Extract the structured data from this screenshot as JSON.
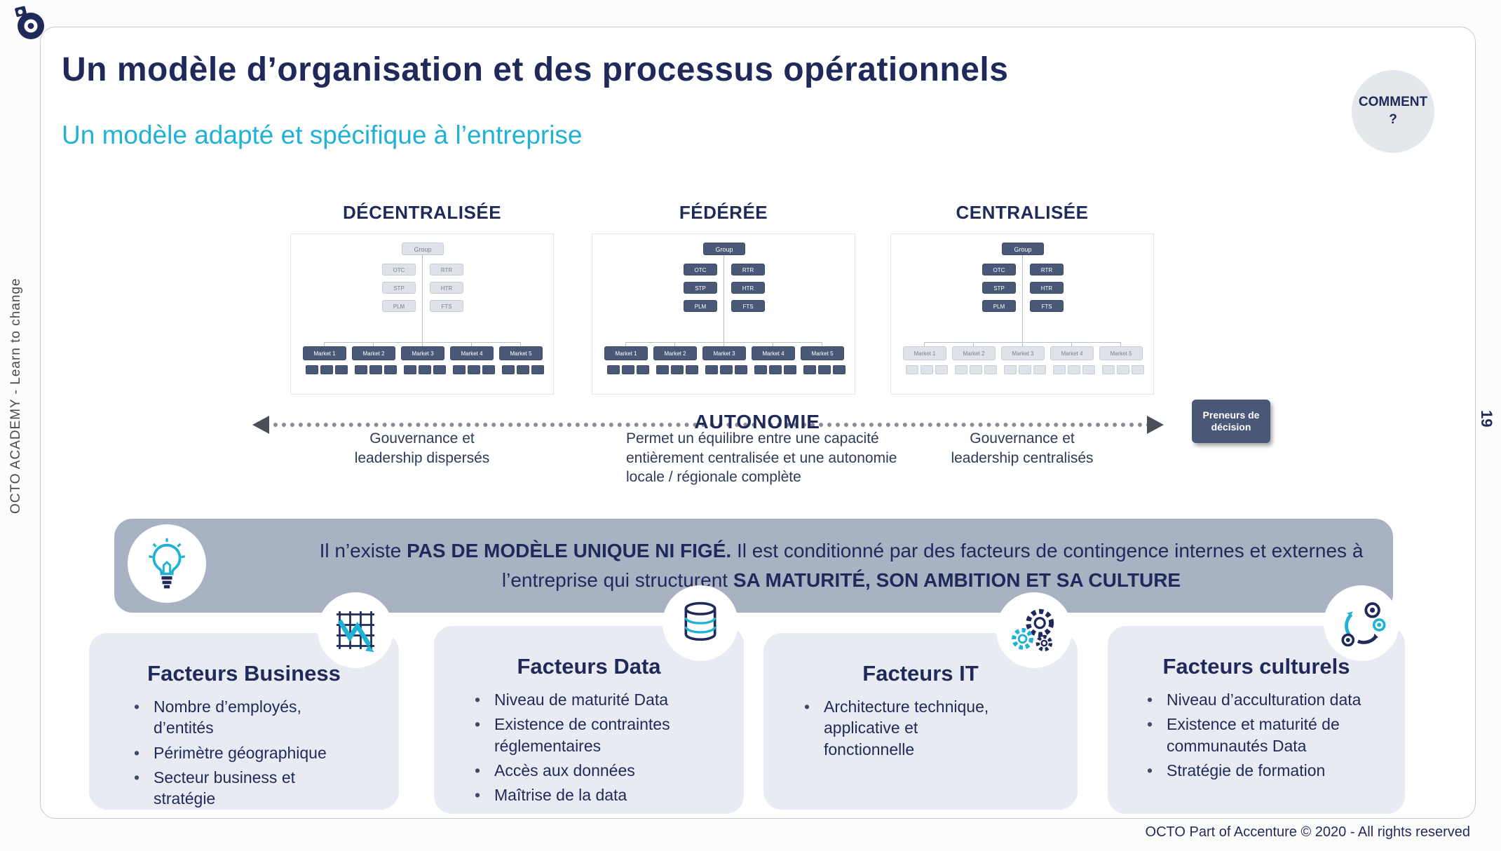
{
  "page": {
    "left_sidebar_text": "OCTO ACADEMY - Learn to change",
    "page_number": "19",
    "footer": "OCTO Part of Accenture © 2020 - All rights reserved"
  },
  "header": {
    "title": "Un modèle d’organisation et des processus opérationnels",
    "subtitle": "Un modèle adapté et spécifique à l’entreprise",
    "comment_badge": "COMMENT ?"
  },
  "org": {
    "group": "Group",
    "functions": [
      "OTC",
      "RTR",
      "STP",
      "HTR",
      "PLM",
      "FTS"
    ],
    "markets": [
      "Market 1",
      "Market 2",
      "Market 3",
      "Market 4",
      "Market 5"
    ],
    "charts": [
      {
        "title": "DÉCENTRALISÉE",
        "style": "decentralized",
        "caption": "Gouvernance et leadership dispersés"
      },
      {
        "title": "FÉDÉRÉE",
        "style": "federated",
        "caption": "Permet un équilibre entre une capacité entièrement centralisée et une autonomie locale / régionale complète"
      },
      {
        "title": "CENTRALISÉE",
        "style": "centralized",
        "caption": "Gouvernance et leadership centralisés"
      }
    ],
    "axis_label": "AUTONOMIE",
    "decision_makers": "Preneurs de décision"
  },
  "banner": {
    "segments": [
      "Il n’existe ",
      "PAS DE MODÈLE UNIQUE NI FIGÉ.",
      " Il est conditionné par des facteurs de contingence internes et externes à l’entreprise qui structurent ",
      "SA MATURITÉ, SON AMBITION ET SA CULTURE"
    ]
  },
  "factors": [
    {
      "title": "Facteurs Business",
      "icon": "chart-grid-icon",
      "bullets": [
        "Nombre d’employés,\nd’entités",
        "Périmètre géographique",
        "Secteur business et stratégie"
      ]
    },
    {
      "title": "Facteurs Data",
      "icon": "database-icon",
      "bullets": [
        "Niveau de maturité Data",
        "Existence de contraintes\nréglementaires",
        "Accès aux données",
        "Maîtrise de la data"
      ]
    },
    {
      "title": "Facteurs IT",
      "icon": "gears-icon",
      "bullets": [
        "Architecture technique,\napplicative et\nfonctionnelle"
      ]
    },
    {
      "title": "Facteurs culturels",
      "icon": "cycle-eyes-icon",
      "bullets": [
        "Niveau d’acculturation data",
        "Existence et maturité de\ncommunautés Data",
        "Stratégie de formation"
      ]
    }
  ],
  "icons": {
    "logo": "octo-logo",
    "banner_icon": "lightbulb-icon"
  },
  "colors": {
    "navy": "#1F2A5B",
    "cyan": "#1FB2D5",
    "banner_gray": "#A9B2C3",
    "card_gray": "#E9EBF2",
    "org_dark": "#4A5878",
    "org_light": "#DFE2E8"
  }
}
